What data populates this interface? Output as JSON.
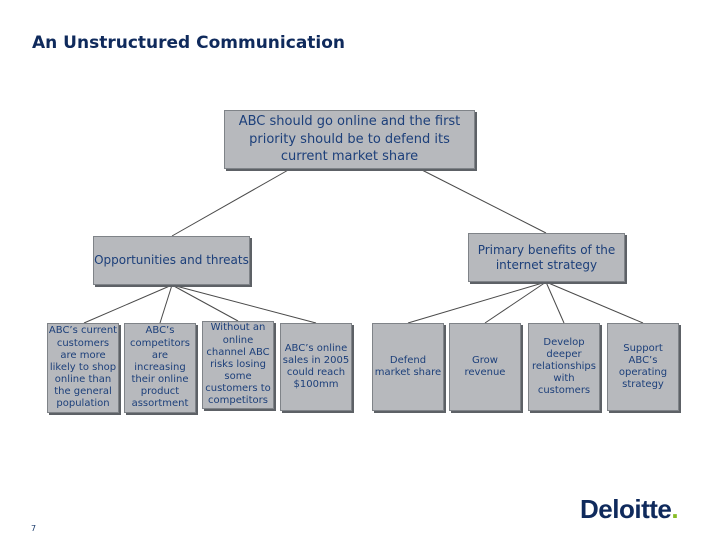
{
  "title": "An Unstructured Communication",
  "root": "ABC should go online and the first priority should be to defend its current market share",
  "branches": {
    "left": "Opportunities and threats",
    "right": "Primary benefits of the internet strategy"
  },
  "leaves": [
    "ABC’s current customers are more likely to shop online than the general population",
    "ABC’s competitors are increasing their online product assortment",
    "Without an online channel ABC risks losing some customers to competitors",
    "ABC’s online sales in 2005 could reach $100mm",
    "Defend market share",
    "Grow revenue",
    "Develop deeper relationships with customers",
    "Support ABC’s operating strategy"
  ],
  "page_number": "7",
  "logo": {
    "text": "Deloitte",
    "dot": ".",
    "dot_color": "#86bc25"
  }
}
